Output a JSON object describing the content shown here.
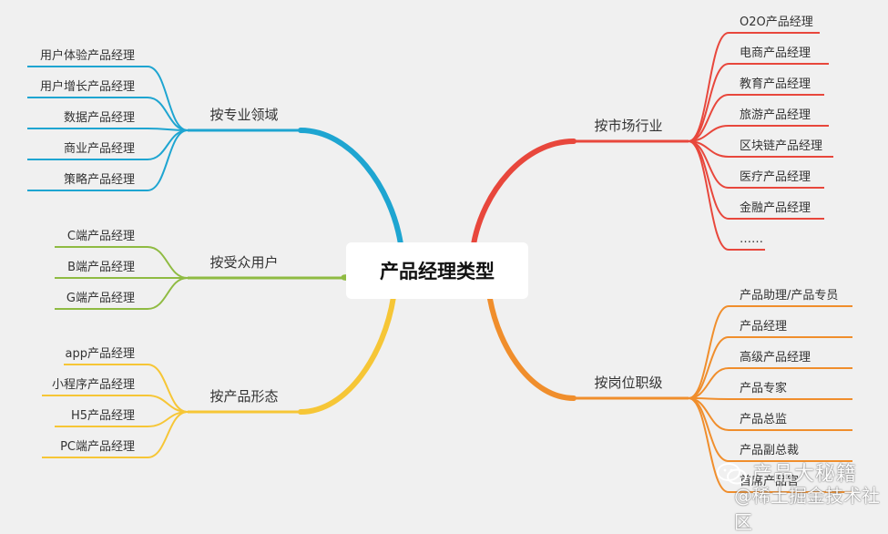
{
  "root": {
    "label": "产品经理类型"
  },
  "branches": [
    {
      "key": "domain",
      "label": "按专业领域",
      "color": "#1ea5d1",
      "leaves": [
        "用户体验产品经理",
        "用户增长产品经理",
        "数据产品经理",
        "商业产品经理",
        "策略产品经理"
      ]
    },
    {
      "key": "audience",
      "label": "按受众用户",
      "color": "#8fbb42",
      "leaves": [
        "C端产品经理",
        "B端产品经理",
        "G端产品经理"
      ]
    },
    {
      "key": "form",
      "label": "按产品形态",
      "color": "#f6c636",
      "leaves": [
        "app产品经理",
        "小程序产品经理",
        "H5产品经理",
        "PC端产品经理"
      ]
    },
    {
      "key": "market",
      "label": "按市场行业",
      "color": "#e8473c",
      "leaves": [
        "O2O产品经理",
        "电商产品经理",
        "教育产品经理",
        "旅游产品经理",
        "区块链产品经理",
        "医疗产品经理",
        "金融产品经理",
        "……"
      ]
    },
    {
      "key": "position",
      "label": "按岗位职级",
      "color": "#f08e2c",
      "leaves": [
        "产品助理/产品专员",
        "产品经理",
        "高级产品经理",
        "产品专家",
        "产品总监",
        "产品副总裁",
        "首席产品官"
      ]
    }
  ],
  "watermark": {
    "line1": "产品大秘籍",
    "line2": "@稀土掘金技术社区"
  }
}
